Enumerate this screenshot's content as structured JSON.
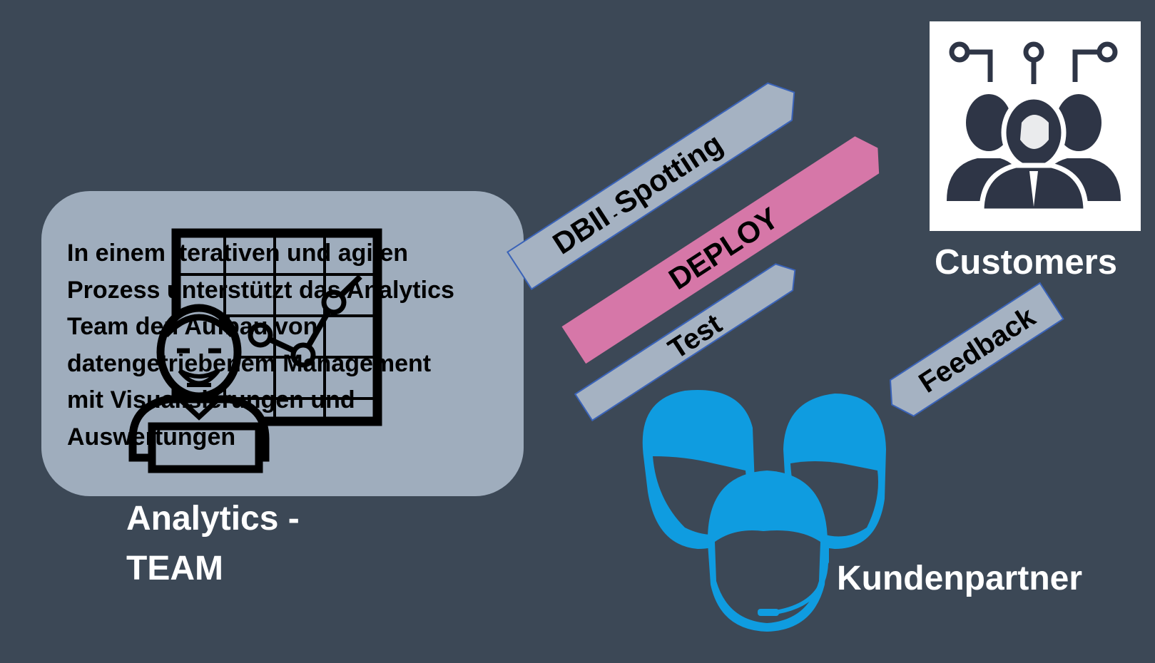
{
  "description_lines": [
    "In einem iterativen und agilen",
    "Prozess unterstützt das Analytics",
    "Team den Aufbau von",
    "datengetriebenem Management",
    "mit Visualisierungen und",
    "Auswertungen"
  ],
  "team_label_line1": "Analytics -",
  "team_label_line2": "TEAM",
  "customers_label": "Customers",
  "partner_label": "Kundenpartner",
  "arrows": {
    "spotting_part1": "DBII",
    "spotting_dash": "-",
    "spotting_part2": "Spotting",
    "deploy": "DEPLOY",
    "test": "Test",
    "feedback": "Feedback"
  },
  "colors": {
    "background": "#3c4856",
    "description_box": "#9fadbd",
    "arrow_gray": "#a5b2c2",
    "arrow_pink": "#d677a8",
    "arrow_outline": "#3a63b8",
    "partner_icon": "#0f9ce0",
    "customers_icon": "#2e3546",
    "white": "#ffffff"
  },
  "icons": [
    "analyst-presenter-icon",
    "customers-network-icon",
    "headset-support-team-icon"
  ]
}
